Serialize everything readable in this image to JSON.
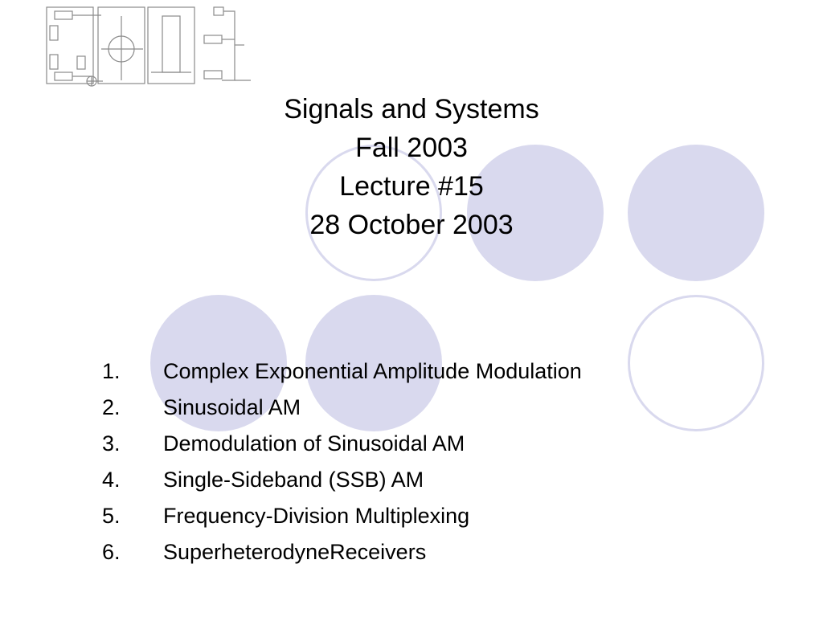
{
  "title": {
    "line1": "Signals and Systems",
    "line2": "Fall 2003",
    "line3": "Lecture #15",
    "line4": "28 October 2003"
  },
  "topics": [
    {
      "num": "1.",
      "text": "Complex Exponential Amplitude Modulation"
    },
    {
      "num": "2.",
      "text": "Sinusoidal AM"
    },
    {
      "num": "3.",
      "text": "Demodulation of Sinusoidal AM"
    },
    {
      "num": "4.",
      "text": "Single-Sideband (SSB) AM"
    },
    {
      "num": "5.",
      "text": "Frequency-Division Multiplexing"
    },
    {
      "num": "6.",
      "text": "SuperheterodyneReceivers"
    }
  ],
  "colors": {
    "circle": "#d9d9ee",
    "logo": "#8a8a8a"
  },
  "icons": {
    "logo": "course-6003-logo-icon"
  }
}
